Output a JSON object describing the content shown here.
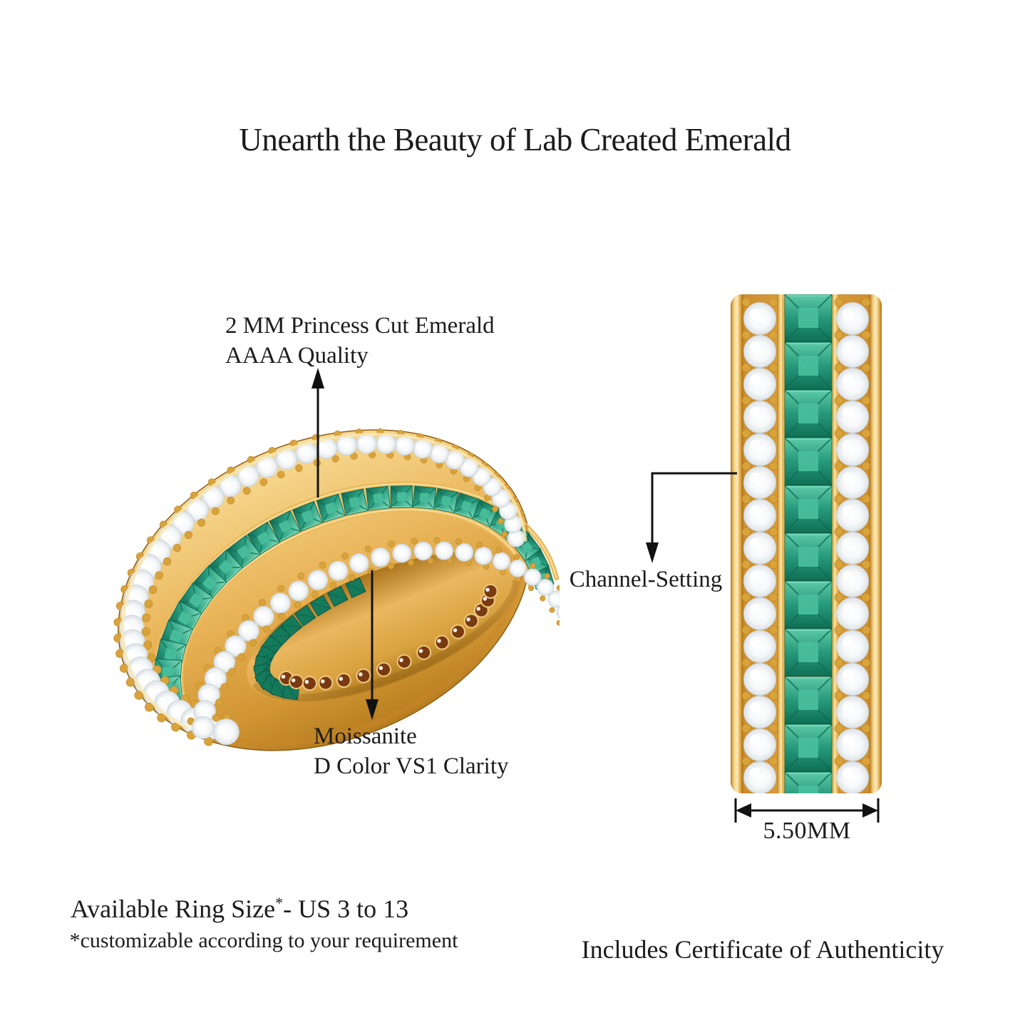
{
  "page": {
    "background": "#ffffff",
    "title": "Unearth the Beauty of Lab Created Emerald"
  },
  "annotations": {
    "emerald": {
      "line1": "2 MM Princess Cut Emerald",
      "line2": "AAAA Quality"
    },
    "moissanite": {
      "line1": "Moissanite",
      "line2": "D Color VS1 Clarity"
    },
    "channel_setting": "Channel-Setting",
    "band_width": "5.50MM"
  },
  "footer": {
    "ring_size_main": "Available Ring Size",
    "ring_size_asterisk": "*",
    "ring_size_tail": "- US 3 to 13",
    "ring_size_note": "*customizable according to your requirement",
    "certificate": "Includes Certificate of Authenticity"
  },
  "colors": {
    "text": "#1c1c1c",
    "annotation_line": "#111111",
    "gold": "#E2A845",
    "gold_light": "#F8DC96",
    "gold_highlight": "#FAE7B0",
    "gold_dark": "#B67C1F",
    "gold_deep": "#8F5E13",
    "prong": "#D9A33B",
    "emerald": "#2FA285",
    "emerald_light": "#7FDDBB",
    "emerald_dark": "#0E6B52",
    "emerald_back": "#157A5C",
    "moissanite": "#FFFFFF",
    "moissanite_shade": "#DDE3E7",
    "drill_hole": "#7A3A10"
  }
}
